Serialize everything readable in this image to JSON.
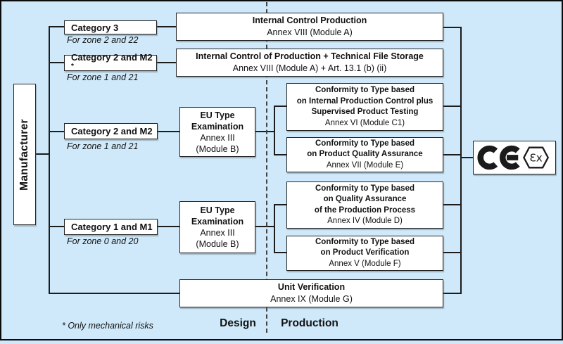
{
  "colors": {
    "background": "#cfe9fa",
    "box_fill": "#ffffff",
    "box_border": "#222222",
    "line": "#1c1c1c",
    "mark": "#1a1a1a"
  },
  "manufacturer": {
    "label": "Manufacturer"
  },
  "categories": [
    {
      "label": "Category 3",
      "zone": "For zone 2 and 22",
      "asterisk": ""
    },
    {
      "label": "Category 2 and  M2",
      "zone": "For zone 1 and 21",
      "asterisk": "*"
    },
    {
      "label": "Category 2 and  M2",
      "zone": "For zone 1 and 21",
      "asterisk": ""
    },
    {
      "label": "Category 1 and  M1",
      "zone": "For zone 0 and 20",
      "asterisk": ""
    }
  ],
  "design_modules": {
    "eu_type_1": {
      "l1": "EU Type",
      "l2": "Examination",
      "l3": "Annex  III",
      "l4": "(Module B)"
    },
    "eu_type_2": {
      "l1": "EU Type",
      "l2": "Examination",
      "l3": "Annex  III",
      "l4": "(Module B)"
    }
  },
  "production_modules": {
    "module_a": {
      "l1": "Internal Control Production",
      "l2": "Annex VIII (Module A)"
    },
    "module_a_tfs": {
      "l1": "Internal Control of Production + Technical File Storage",
      "l2": "Annex VIII (Module A) + Art. 13.1 (b) (ii)"
    },
    "module_c1": {
      "l1": "Conformity to Type based",
      "l2": "on Internal Production Control plus",
      "l3": "Supervised Product Testing",
      "l4": "Annex  VI (Module C1)"
    },
    "module_e": {
      "l1": "Conformity to Type based",
      "l2": "on Product Quality Assurance",
      "l3": "Annex  VII (Module E)"
    },
    "module_d": {
      "l1": "Conformity to Type based",
      "l2": "on Quality Assurance",
      "l3": "of the Production Process",
      "l4": "Annex  IV (Module D)"
    },
    "module_f": {
      "l1": "Conformity to Type based",
      "l2": "on Product Verification",
      "l3": "Annex  V (Module F)"
    },
    "module_g": {
      "l1": "Unit Verification",
      "l2": "Annex IX (Module G)"
    }
  },
  "phases": {
    "design": "Design",
    "production": "Production"
  },
  "footnote": "* Only mechanical  risks",
  "ce_mark": {
    "ex_label": "Ɛx"
  }
}
